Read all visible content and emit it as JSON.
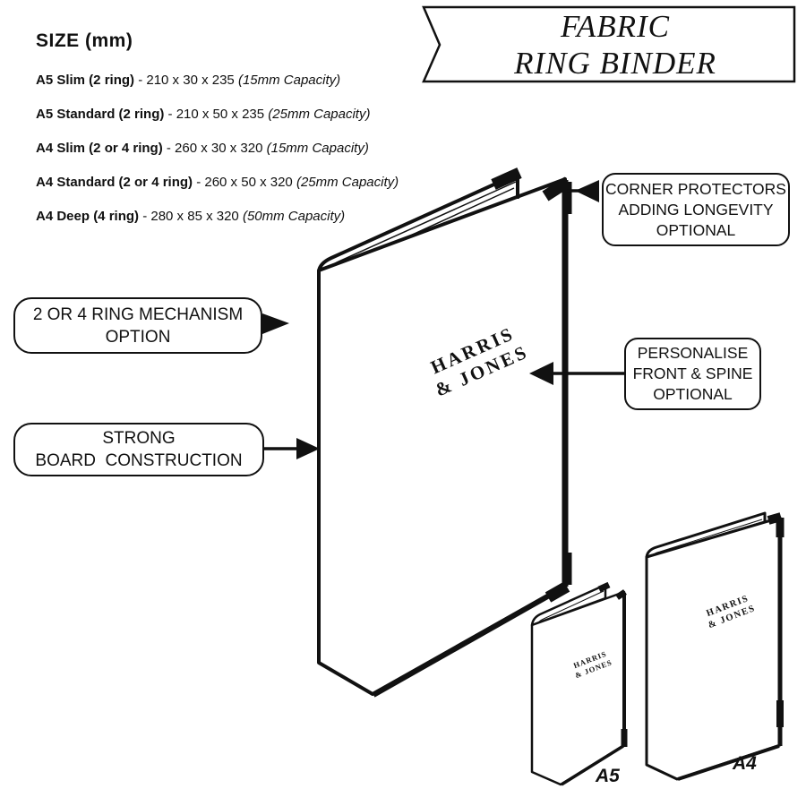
{
  "title_banner": {
    "line1": "FABRIC",
    "line2": "RING BINDER"
  },
  "sizes": {
    "heading": "SIZE (mm)",
    "items": [
      {
        "label": "A5 Slim (2 ring)",
        "dims": "- 210 x 30 x 235",
        "capacity": "(15mm Capacity)"
      },
      {
        "label": "A5 Standard (2 ring)",
        "dims": "- 210 x 50 x 235",
        "capacity": "(25mm Capacity)"
      },
      {
        "label": "A4 Slim (2 or 4 ring)",
        "dims": "- 260 x 30 x 320",
        "capacity": "(15mm Capacity)"
      },
      {
        "label": "A4 Standard (2 or 4 ring)",
        "dims": "- 260 x 50 x 320",
        "capacity": "(25mm Capacity)"
      },
      {
        "label": "A4 Deep (4 ring)",
        "dims": "- 280 x 85 x 320",
        "capacity": "(50mm Capacity)"
      }
    ]
  },
  "callouts": {
    "corner_protectors": {
      "lines": [
        "CORNER PROTECTORS",
        "ADDING LONGEVITY",
        "OPTIONAL"
      ]
    },
    "ring_mechanism": {
      "lines": [
        "2 OR 4 RING MECHANISM",
        "OPTION"
      ]
    },
    "personalise": {
      "lines": [
        "PERSONALISE",
        "FRONT & SPINE",
        "OPTIONAL"
      ]
    },
    "strong_board": {
      "lines": [
        "STRONG",
        "BOARD  CONSTRUCTION"
      ]
    }
  },
  "brand": {
    "line1": "HARRIS",
    "line2": "& JONES"
  },
  "binder_labels": {
    "a5": "A5",
    "a4": "A4"
  },
  "colors": {
    "ink": "#111111",
    "background": "#ffffff"
  }
}
